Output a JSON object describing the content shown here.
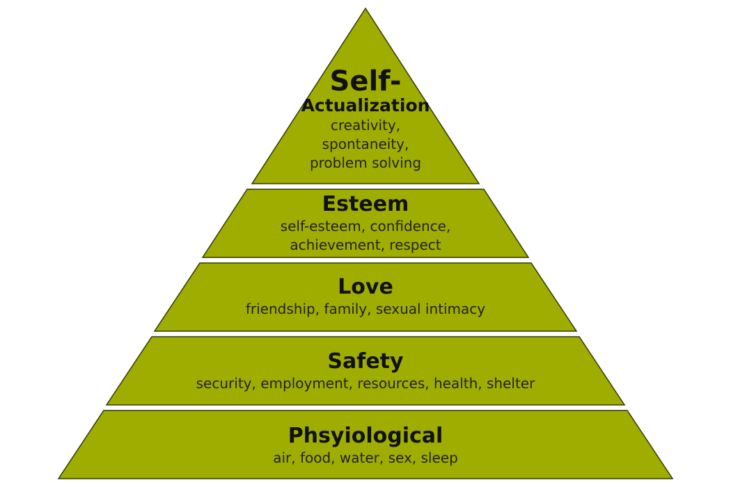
{
  "pyramid": {
    "fill_color": "#9fad00",
    "outline_color": "#2f3a00",
    "levels": [
      {
        "title_line1": "Self-",
        "title_line2": "Actualization",
        "details": [
          "creativity,",
          "spontaneity,",
          "problem solving"
        ]
      },
      {
        "title": "Esteem",
        "details": [
          "self-esteem, confidence,",
          "achievement, respect"
        ]
      },
      {
        "title": "Love",
        "details": [
          "friendship, family, sexual intimacy"
        ]
      },
      {
        "title": "Safety",
        "details": [
          "security, employment, resources, health, shelter"
        ]
      },
      {
        "title": "Phsyiological",
        "details": [
          "air, food, water, sex, sleep"
        ]
      }
    ]
  }
}
